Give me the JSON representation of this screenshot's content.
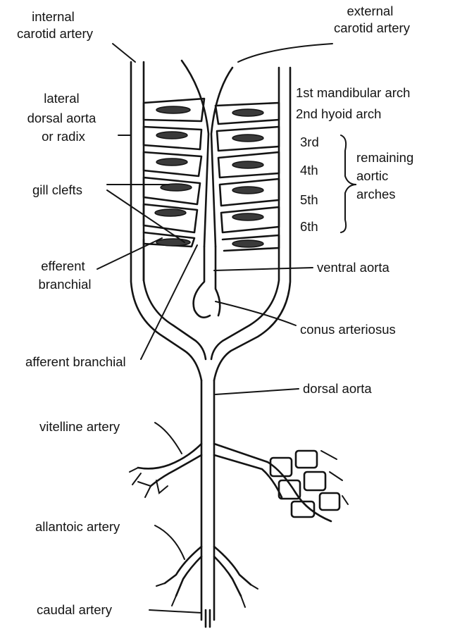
{
  "labels": {
    "internal_carotid": [
      "internal",
      "carotid artery"
    ],
    "external_carotid": [
      "external",
      "carotid artery"
    ],
    "lateral_dorsal_aorta": [
      "lateral",
      "dorsal aorta",
      "or radix"
    ],
    "arch_1": "1st mandibular arch",
    "arch_2": "2nd hyoid arch",
    "arch_3": "3rd",
    "arch_4": "4th",
    "arch_5": "5th",
    "arch_6": "6th",
    "remaining_arches": [
      "remaining",
      "aortic",
      "arches"
    ],
    "gill_clefts": "gill clefts",
    "efferent_branchial": [
      "efferent",
      "branchial"
    ],
    "ventral_aorta": "ventral aorta",
    "conus_arteriosus": "conus arteriosus",
    "afferent_branchial": "afferent branchial",
    "dorsal_aorta": "dorsal aorta",
    "vitelline_artery": "vitelline artery",
    "allantoic_artery": "allantoic artery",
    "caudal_artery": "caudal artery"
  },
  "colors": {
    "ink": "#141414",
    "background": "#ffffff"
  }
}
